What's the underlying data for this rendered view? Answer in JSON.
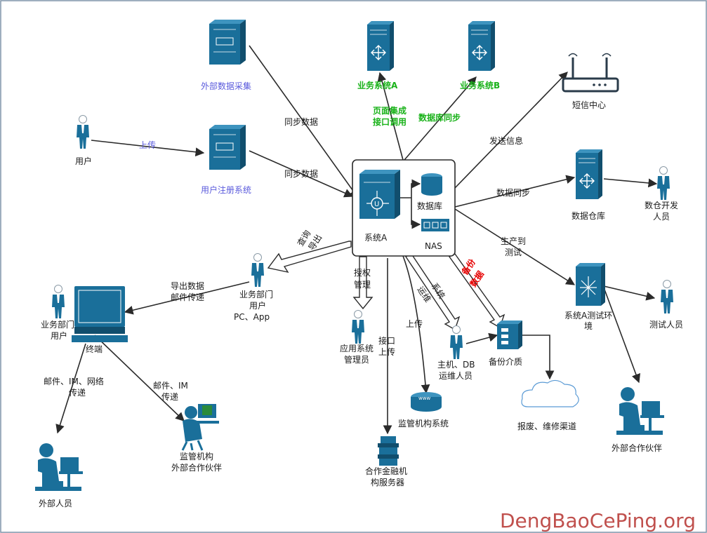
{
  "nodes": {
    "external_collect": "外部数据采集",
    "user_register": "用户注册系统",
    "user": "用户",
    "biz_a": "业务系统A",
    "biz_b": "业务系统B",
    "sms": "短信中心",
    "system_a": "系统A",
    "database": "数据库",
    "nas": "NAS",
    "dw": "数据仓库",
    "dw_dev": [
      "数仓开发",
      "人员"
    ],
    "test_env": [
      "系统A测试环",
      "境"
    ],
    "tester": "测试人员",
    "ext_partner_right": "外部合作伙伴",
    "biz_user_pc": [
      "业务部门",
      "用户",
      "PC、App"
    ],
    "terminal": "终端",
    "biz_user_left": [
      "业务部门",
      "用户"
    ],
    "external_person": "外部人员",
    "regulator_partner": [
      "监管机构",
      "外部合作伙伴"
    ],
    "app_admin": [
      "应用系统",
      "管理员"
    ],
    "host_ops": [
      "主机、DB",
      "运维人员"
    ],
    "backup_media": "备份介质",
    "scrap_channel": "报废、维修渠道",
    "regulator_sys": "监管机构系统",
    "fin_server": [
      "合作金融机",
      "构服务器"
    ]
  },
  "edges": {
    "upload_blue": "上传",
    "sync1": "同步数据",
    "sync2": "同步数据",
    "page_integration": [
      "页面集成",
      "接口调用"
    ],
    "db_sync": "数据库同步",
    "send_msg": "发送信息",
    "data_sync": "数据同步",
    "prod_test": [
      "生产到",
      "测试"
    ],
    "query_export": [
      "查询",
      "导出"
    ],
    "export_mail": [
      "导出数据",
      "邮件传递"
    ],
    "mail_im_net": [
      "邮件、IM、网络",
      "传递"
    ],
    "mail_im": [
      "邮件、IM",
      "传递"
    ],
    "auth_mgmt": [
      "授权",
      "管理"
    ],
    "interface_upload": [
      "接口",
      "上传"
    ],
    "upload": "上传",
    "ops_system": [
      "运维",
      "系统"
    ],
    "backup_data": [
      "备份",
      "数据"
    ]
  },
  "watermark": "DengBaoCePing.org",
  "colors": {
    "device": "#1a6f9a",
    "blue_label": "#5a5adc",
    "green_label": "#19b219",
    "red_label": "#e60000",
    "watermark": "#c0504d"
  }
}
